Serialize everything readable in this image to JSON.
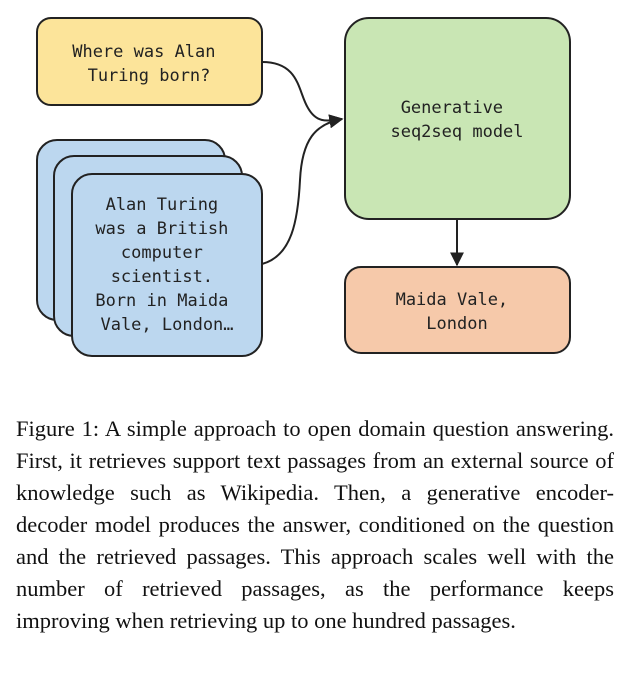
{
  "figure": {
    "question": [
      "Where was Alan",
      "Turing born?"
    ],
    "passage": [
      "Alan Turing",
      "was a British",
      "computer",
      "scientist.",
      "Born in Maida",
      "Vale, London…"
    ],
    "model": [
      "Generative",
      "seq2seq model"
    ],
    "answer": [
      "Maida Vale,",
      "London"
    ],
    "colors": {
      "question_fill": "#fce49a",
      "passage_fill": "#bcd7ef",
      "model_fill": "#c9e6b4",
      "answer_fill": "#f6c9aa",
      "stroke": "#222222"
    }
  },
  "caption": {
    "label": "Figure 1:",
    "text": "A simple approach to open domain question answering. First, it retrieves support text passages from an external source of knowledge such as Wikipedia. Then, a generative encoder-decoder model produces the answer, conditioned on the question and the retrieved passages. This approach scales well with the number of retrieved passages, as the performance keeps improving when retrieving up to one hundred passages."
  }
}
